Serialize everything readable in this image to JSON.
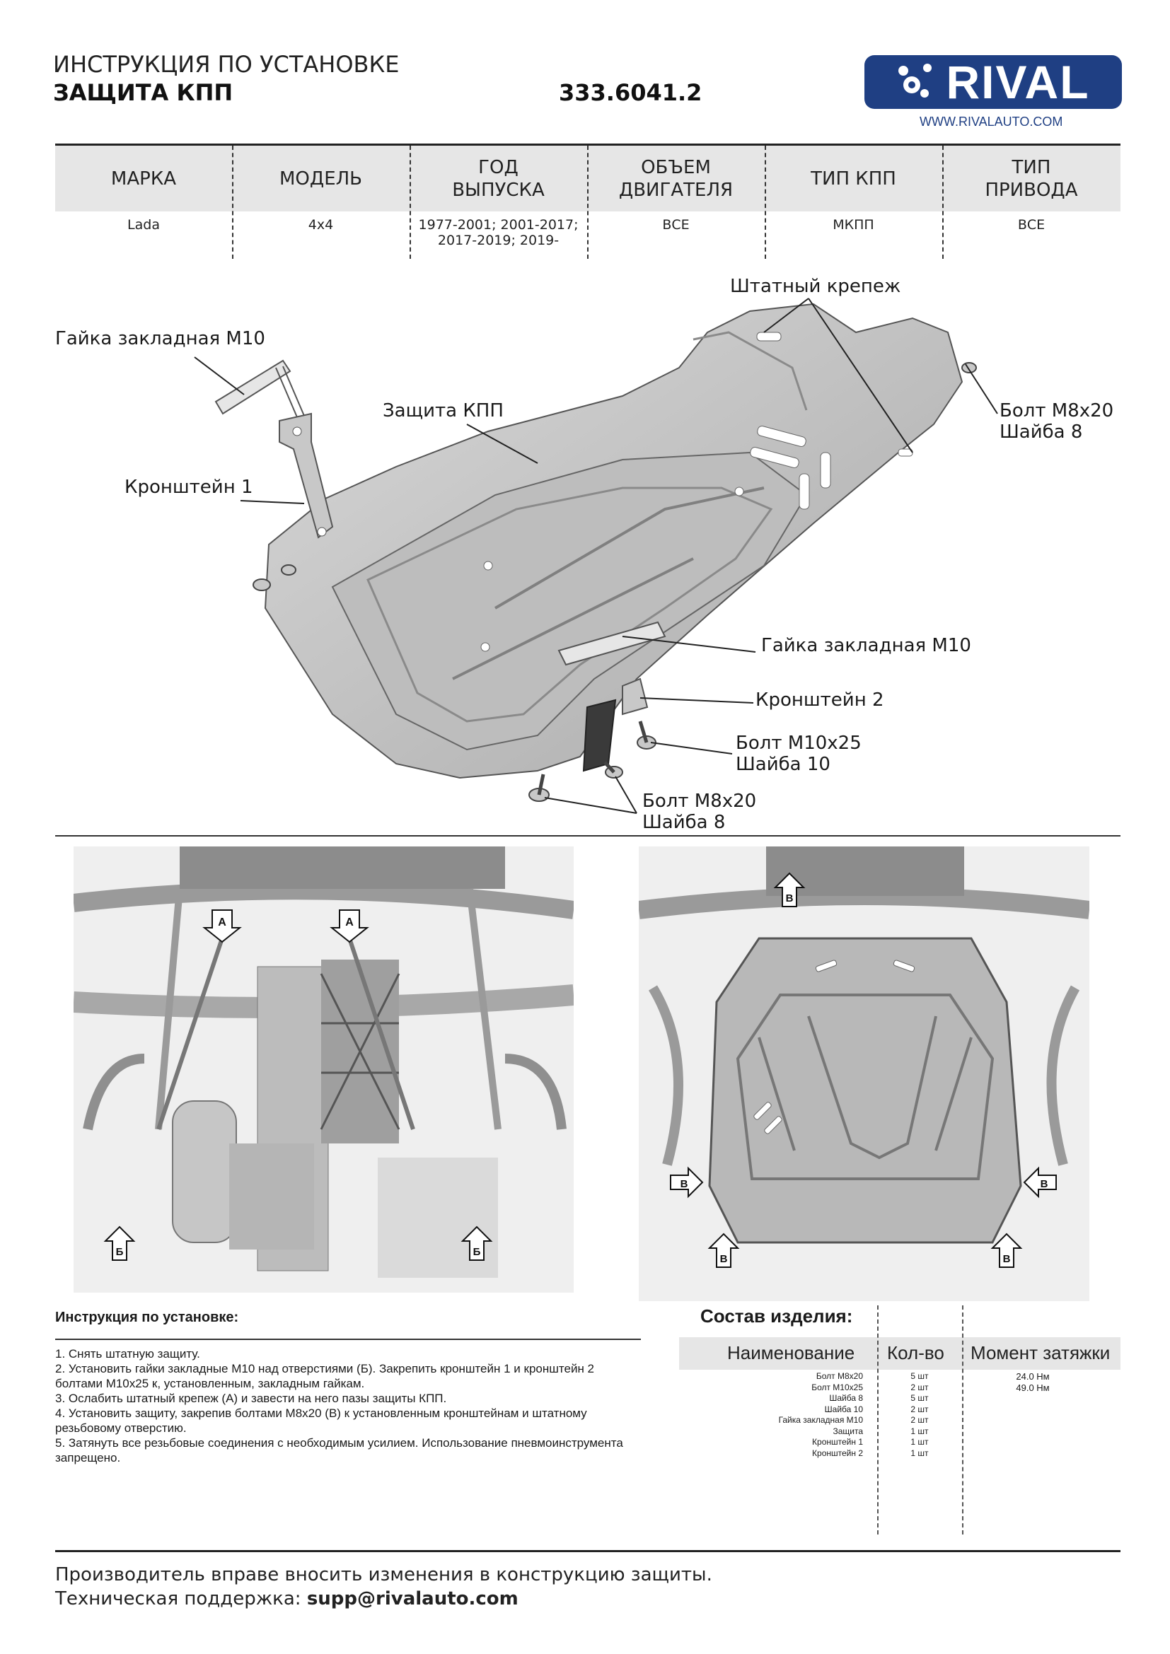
{
  "header": {
    "title_line1": "ИНСТРУКЦИЯ ПО УСТАНОВКЕ",
    "title_line2": "ЗАЩИТА КПП",
    "article": "333.6041.2",
    "brand": "RIVAL",
    "brand_url": "WWW.RIVALAUTO.COM",
    "brand_color": "#1f3f83"
  },
  "spec_table": {
    "columns": [
      {
        "header_line1": "МАРКА",
        "header_line2": "",
        "value_line1": "Lada",
        "value_line2": ""
      },
      {
        "header_line1": "МОДЕЛЬ",
        "header_line2": "",
        "value_line1": "4x4",
        "value_line2": ""
      },
      {
        "header_line1": "ГОД",
        "header_line2": "ВЫПУСКА",
        "value_line1": "1977-2001; 2001-2017;",
        "value_line2": "2017-2019; 2019-"
      },
      {
        "header_line1": "ОБЪЕМ",
        "header_line2": "ДВИГАТЕЛЯ",
        "value_line1": "ВСЕ",
        "value_line2": ""
      },
      {
        "header_line1": "ТИП КПП",
        "header_line2": "",
        "value_line1": "МКПП",
        "value_line2": ""
      },
      {
        "header_line1": "ТИП",
        "header_line2": "ПРИВОДА",
        "value_line1": "ВСЕ",
        "value_line2": ""
      }
    ]
  },
  "drawing_labels": {
    "nut_top": "Гайка закладная М10",
    "standard_fastener": "Штатный крепеж",
    "bolt_m8_right_1": "Болт М8х20",
    "bolt_m8_right_2": "Шайба 8",
    "guard": "Защита КПП",
    "bracket1": "Кронштейн 1",
    "nut_right": "Гайка закладная М10",
    "bracket2": "Кронштейн 2",
    "bolt_m10_1": "Болт М10х25",
    "bolt_m10_2": "Шайба 10",
    "bolt_m8_bottom_1": "Болт М8х20",
    "bolt_m8_bottom_2": "Шайба 8"
  },
  "photo_markers": {
    "a": "А",
    "b_cyr": "Б",
    "v": "В"
  },
  "instructions": {
    "title": "Инструкция по установке:",
    "steps": [
      "1. Снять штатную защиту.",
      "2. Установить гайки закладные М10 над отверстиями (Б). Закрепить кронштейн 1 и кронштейн 2 болтами М10х25 к, установленным, закладным гайкам.",
      "3. Ослабить штатный крепеж (А) и завести на него пазы защиты КПП.",
      "4. Установить защиту, закрепив болтами М8х20 (В) к установленным кронштейнам и штатному резьбовому отверстию.",
      "5. Затянуть все резьбовые соединения с необходимым усилием. Использование пневмоинструмента запрещено."
    ]
  },
  "composition": {
    "title": "Состав изделия:",
    "col_name": "Наименование",
    "col_qty": "Кол-во",
    "col_torque": "Момент затяжки",
    "items": [
      {
        "name": "Болт М8х20",
        "qty": "5 шт",
        "torque": "24.0 Нм"
      },
      {
        "name": "Болт М10х25",
        "qty": "2 шт",
        "torque": "49.0 Нм"
      },
      {
        "name": "Шайба 8",
        "qty": "5 шт",
        "torque": ""
      },
      {
        "name": "Шайба 10",
        "qty": "2 шт",
        "torque": ""
      },
      {
        "name": "Гайка закладная М10",
        "qty": "2 шт",
        "torque": ""
      },
      {
        "name": "Защита",
        "qty": "1 шт",
        "torque": ""
      },
      {
        "name": "Кронштейн 1",
        "qty": "1 шт",
        "torque": ""
      },
      {
        "name": "Кронштейн 2",
        "qty": "1 шт",
        "torque": ""
      }
    ]
  },
  "footer": {
    "line1": "Производитель вправе вносить изменения в конструкцию защиты.",
    "support_label": "Техническая поддержка:",
    "support_email": "supp@rivalauto.com"
  }
}
